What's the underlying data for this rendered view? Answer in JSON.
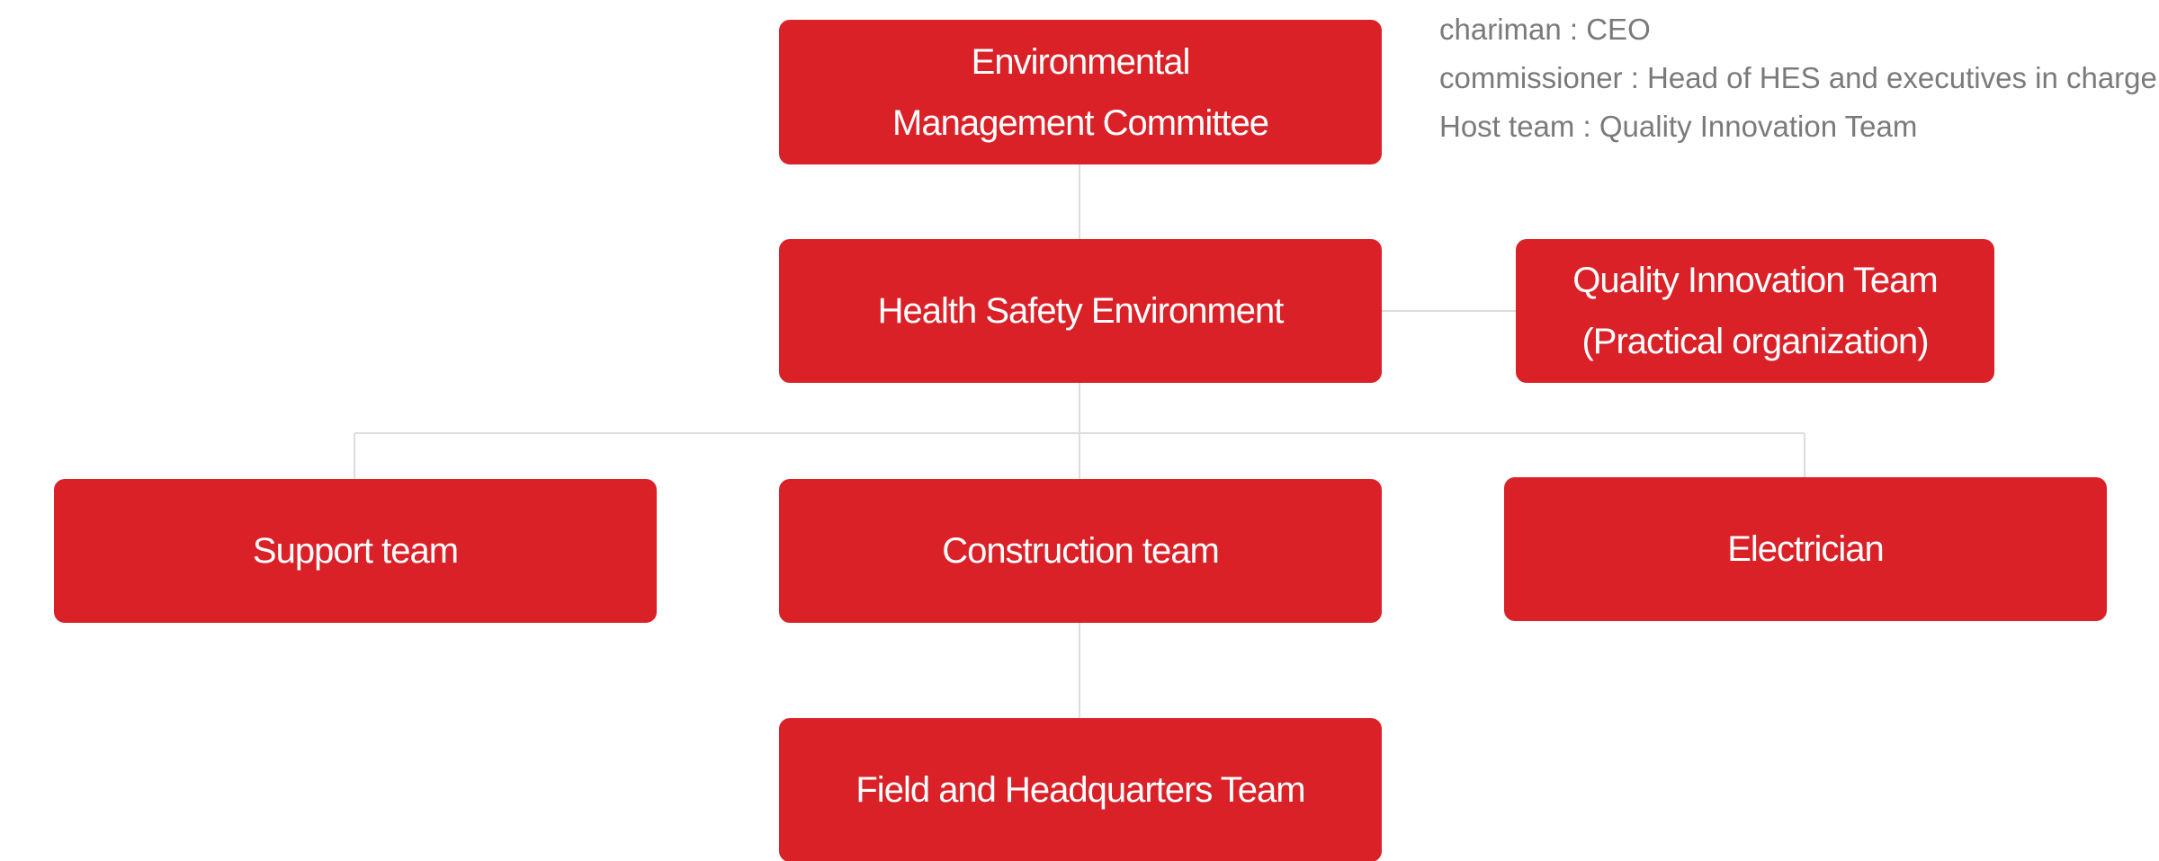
{
  "nodes": {
    "committee": {
      "label": "Environmental\nManagement Committee"
    },
    "hse": {
      "label": "Health Safety Environment"
    },
    "quality": {
      "label": "Quality Innovation Team\n(Practical organization)"
    },
    "support": {
      "label": "Support team"
    },
    "construction": {
      "label": "Construction team"
    },
    "electrician": {
      "label": "Electrician"
    },
    "field": {
      "label": "Field and Headquarters Team"
    }
  },
  "info": {
    "chairman": "chariman : CEO",
    "commissioner": "commissioner : Head of HES and executives in charge",
    "host": "Host team : Quality Innovation Team"
  },
  "colors": {
    "node_fill": "#da2128",
    "connector": "#dddddd",
    "info_text": "#7a7a7a"
  }
}
